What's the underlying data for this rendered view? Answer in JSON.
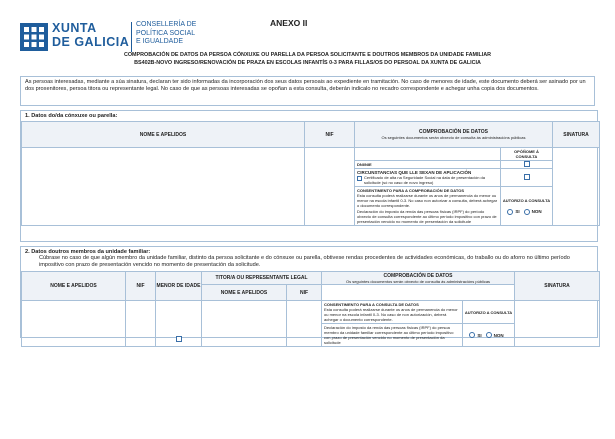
{
  "logo": {
    "xunta": "XUNTA",
    "galicia": "DE GALICIA",
    "dept_line1": "CONSELLERÍA DE",
    "dept_line2": "POLÍTICA SOCIAL",
    "dept_line3": "E IGUALDADE"
  },
  "annex_title": "ANEXO II",
  "procedure": {
    "line1": "COMPROBACIÓN DE DATOS DA PERSOA CÓNXUXE OU PARELLA DA PERSOA SOLICITANTE E DOUTROS MEMBROS DA UNIDADE FAMILIAR",
    "line2": "BS402B-NOVO INGRESO/RENOVACIÓN DE PRAZA EN ESCOLAS INFANTÍS 0-3 PARA FILLAS/OS DO PERSOAL DA XUNTA DE GALICIA"
  },
  "intro_text": "As persoas interesadas, mediante a súa sinatura, declaran ter sido informadas da incorporación dos seus datos persoais ao expediente en tramitación. No caso de menores de idade, este documento deberá ser asinado por un dos proxenitores, persoa titora ou representante legal. No caso de que as persoas interesadas se opoñan a esta consulta, deberán indicalo no recadro correspondente e achegar unha copia dos documentos.",
  "section1": {
    "title": "1. Datos do/da cónxuxe ou parella:",
    "col_name": "NOME E APELIDOS",
    "col_nif": "NIF",
    "col_check": "COMPROBACIÓN DE DATOS",
    "col_check_sub": "Os seguintes documentos serán obxecto de consulta ás administracións públicas",
    "col_sign": "SINATURA",
    "oppose_header": "OPÓÑOME Á CONSULTA",
    "dni": "DNI/NIE",
    "circ_title": "CIRCUNSTANCIAS QUE LLE SEXAN DE APLICACIÓN",
    "circ_text": "Certificado de alta na Seguridade Social na data de presentación da solicitude (só no caso de novo ingreso)",
    "consent_title": "CONSENTIMENTO PARA A COMPROBACIÓN DE DATOS",
    "consent_text": "Esta consulta poderá realizarse durante os anos de permanencia do menor ou menor na escola infantil 0-3. No caso non autorizar a consulta, deberá achegar o documento correspondente.",
    "irpf_text": "Declaración do imposto da renda das persoas físicas (IRPF) do período obxecto de consulta correspondente ao último período impositivo con prazo de presentación vencido no momento de presentación da solicitude",
    "authorize": "AUTORIZO A CONSULTA",
    "yes": "SI",
    "no": "NON"
  },
  "section2": {
    "title": "2. Datos doutros membros da unidade familiar:",
    "subtitle": "Cúbrase no caso de que algún membro da unidade familiar, distinto da persoa solicitante e do cónxuxe ou parella, obtivese rendas procedentes de actividades económicas, do traballo ou do aforro no último período impositivo con prazo de presentación vencido no momento de presentación da solicitude.",
    "col_name": "NOME E APELIDOS",
    "col_nif": "NIF",
    "col_minor": "MENOR DE IDADE",
    "col_tutor": "TITOR/A OU REPRESENTANTE LEGAL",
    "col_tutor_name": "NOME E APELIDOS",
    "col_tutor_nif": "NIF",
    "col_check": "COMPROBACIÓN DE DATOS",
    "col_check_sub": "Os seguintes documentos serán obxecto de consulta ás administracións públicas",
    "col_sign": "SINATURA",
    "consent_title": "CONSENTIMENTO PARA A CONSULTA DE DATOS",
    "consent_text": "Esta consulta poderá realizarse durante os anos de permanencia do menor ou menor na escola infantil 0-3. No caso de non autorización, deberá achegar o documento correspondente.",
    "authorize": "AUTORIZO A CONSULTA",
    "irpf_text": "Declaración do imposto da renda das persoas físicas (IRPF) do persoa membro da unidade familiar correspondente ao último período impositivo con prazo de presentación vencido no momento de presentación da solicitude",
    "yes": "SI",
    "no": "NON"
  }
}
